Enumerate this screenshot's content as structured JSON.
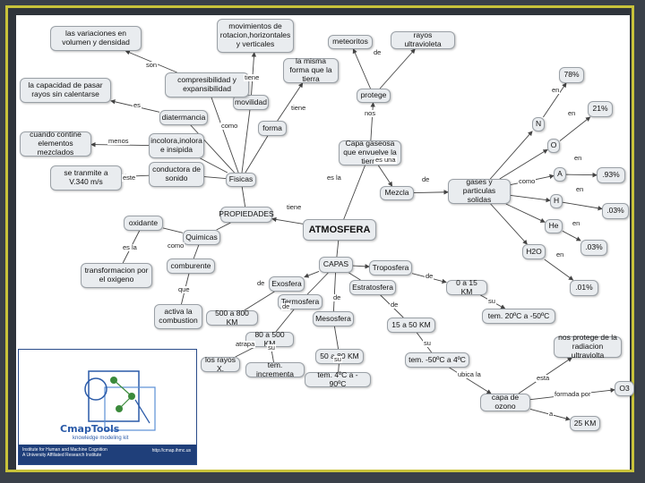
{
  "colors": {
    "frame": "#c8c23a",
    "node_fill": "#e9ecef",
    "link": "#444444",
    "logo_blue": "#1f3f7a"
  },
  "nodes": {
    "atmosfera": "ATMOSFERA",
    "propiedades": "PROPIEDADES",
    "fisicas": "Fisicas",
    "quimicas": "Quimicas",
    "capa_gaseosa": "Capa gaseosa que envuelve la tierra",
    "protege": "protege",
    "meteoritos": "meteoritos",
    "rayos_uv": "rayos ultravioleta",
    "mezcla": "Mezcla",
    "gases": "gases y particulas solidas",
    "N": "N",
    "N_val": "78%",
    "O": "O",
    "O_val": "21%",
    "A": "A",
    "A_val": ".93%",
    "H": "H",
    "H_val": ".03%",
    "He": "He",
    "He_val": ".03%",
    "H2O": "H2O",
    "H2O_val": ".01%",
    "capas": "CAPAS",
    "exosfera": "Exosfera",
    "exo_km": "500 a 800 KM",
    "termosfera": "Termosfera",
    "termo_km": "80 a 500 KM",
    "rayos_x": "los rayos X.",
    "temp_inc": "tem. incrementa",
    "mesosfera": "Mesosfera",
    "meso_km": "50 a 80 KM",
    "meso_temp": "tem. 4ºC a - 90ºC",
    "estratosfera": "Estratosfera",
    "estrato_km": "15 a 50 KM",
    "estrato_temp": "tem. -50ºC a 4ºC",
    "troposfera": "Troposfera",
    "tropo_km": "0 a 15 KM",
    "tropo_temp": "tem. 20ºC a -50ºC",
    "capa_ozono": "capa de ozono",
    "nos_protege": "nos protege de la radiacion ultraviolta",
    "o3": "O3",
    "ozono_km": "25 KM",
    "oxidante": "oxidante",
    "transformacion": "transformacion por el oxigeno",
    "comburente": "comburente",
    "activa": "activa la combustion",
    "movimientos": "movimientos de rotacion,horizontales y verticales",
    "movilidad": "movilidad",
    "misma_forma": "la misma forma que la tierra",
    "forma": "forma",
    "compresibilidad": "compresibilidad y expansibilidad",
    "variaciones": "las variaciones en volumen y densidad",
    "diatermancia": "diatermancia",
    "capacidad": "la capacidad de pasar rayos sin calentarse",
    "incolora": "incolora,inolora e insipida",
    "contine": "cuando contine elementos mezclados",
    "conductora": "conductora de sonido",
    "tranmite": "se tranmite a V.340 m/s"
  },
  "labels": {
    "tiene_prop": "tiene",
    "es_la": "es la",
    "nos": "nos",
    "de_protege": "de",
    "es_una": "es una",
    "de_mezcla": "de",
    "como_gases": "como",
    "en_N": "en",
    "en_O": "en",
    "en_A": "en",
    "en_H": "en",
    "en_He": "en",
    "en_H2O": "en",
    "como_fisicas": "como",
    "tiene_mov": "tiene",
    "tiene_forma": "tiene",
    "son": "son",
    "es_diat": "es",
    "menos": "menos",
    "este": "este",
    "como_quim": "como",
    "es_la_ox": "es la",
    "que": "que",
    "de_exo": "de",
    "de_termo": "de",
    "atrapa": "atrapa",
    "su_termo": "su",
    "de_meso": "de",
    "su_meso": "su",
    "de_estrato": "de",
    "su_estrato": "su",
    "de_tropo": "de",
    "su_tropo": "su",
    "ubica_la": "ubica la",
    "esta": "esta",
    "formada_por": "formada por",
    "a_ozono": "a"
  },
  "logo": {
    "name": "CmapTools",
    "tagline": "knowledge modeling kit",
    "institute_line1": "Institute for Human and Machine Cognition",
    "institute_line2": "A University Affiliated Research Institute",
    "url": "http://cmap.ihmc.us"
  }
}
